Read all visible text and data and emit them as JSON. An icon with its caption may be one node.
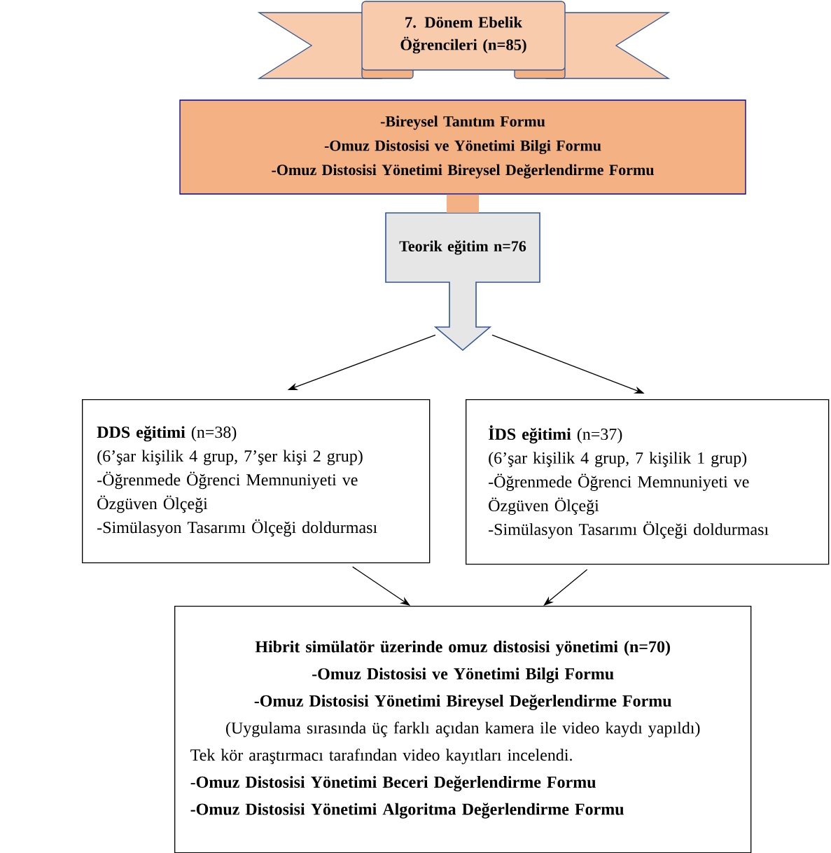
{
  "diagram": {
    "nodes": [
      {
        "text": [
          "7. Dönem Ebelik Öğrencileri (n=85)"
        ]
      },
      {
        "text": [
          "-Bireysel Tanıtım Formu",
          "-Omuz Distosisi ve Yönetimi Bilgi Formu",
          "-Omuz Distosisi Yönetimi Bireysel Değerlendirme Formu"
        ]
      },
      {
        "text": [
          "Teorik eğitim n=76"
        ]
      },
      {
        "text": [
          "**DDS eğitimi** (n=38)",
          "(6’şar kişilik 4 grup, 7’şer kişi 2 grup)",
          "-Öğrenmede Öğrenci Memnuniyeti ve Özgüven Ölçeği",
          "-Simülasyon Tasarımı Ölçeği doldurması"
        ]
      },
      {
        "text": [
          "**İDS eğitimi** (n=37)",
          "(6’şar kişilik 4 grup, 7 kişilik 1 grup)",
          "-Öğrenmede Öğrenci Memnuniyeti ve Özgüven Ölçeği",
          "-Simülasyon Tasarımı Ölçeği doldurması"
        ]
      },
      {
        "text": [
          "Hibrit simülatör üzerinde omuz distosisi yönetimi (n=70)",
          "-Omuz Distosisi ve Yönetimi Bilgi Formu",
          "-Omuz Distosisi Yönetimi Bireysel Değerlendirme Formu",
          "(Uygulama sırasında üç farklı açıdan kamera ile video kaydı yapıldı)",
          "Tek kör araştırmacı tarafından video kayıtları incelendi.",
          "-**Omuz Distosisi Yönetimi Beceri Değerlendirme Formu**",
          "-Omuz Distosisi Yönetimi Algoritma Değerlendirme Formu"
        ]
      }
    ],
    "edges": [
      {
        "from": 1,
        "to": 2,
        "arrow": "none",
        "style": "thick",
        "color": "#f4b183"
      },
      {
        "from": 2,
        "to": 3,
        "arrow": "to"
      },
      {
        "from": 2,
        "to": 4,
        "arrow": "to"
      },
      {
        "from": 3,
        "to": 5,
        "arrow": "to"
      },
      {
        "from": 4,
        "to": 5,
        "arrow": "to"
      }
    ]
  }
}
